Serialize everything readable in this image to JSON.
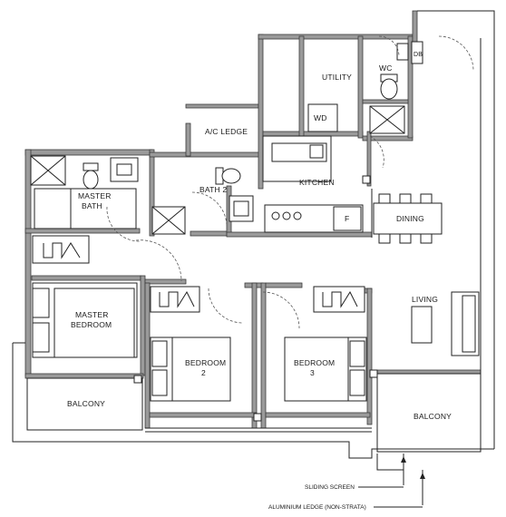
{
  "rooms": {
    "utility": "UTILITY",
    "wc": "WC",
    "db": "DB",
    "wd": "WD",
    "ac_ledge": "A/C LEDGE",
    "kitchen": "KITCHEN",
    "master_bath_1": "MASTER",
    "master_bath_2": "BATH",
    "bath2": "BATH 2",
    "fridge": "F",
    "dining": "DINING",
    "master_bedroom_1": "MASTER",
    "master_bedroom_2": "BEDROOM",
    "living": "LIVING",
    "bedroom2_1": "BEDROOM",
    "bedroom2_2": "2",
    "bedroom3_1": "BEDROOM",
    "bedroom3_2": "3",
    "balcony_left": "BALCONY",
    "balcony_right": "BALCONY"
  },
  "notes": {
    "sliding_screen": "SLIDING SCREEN",
    "aluminium_ledge": "ALUMINIUM LEDGE (NON-STRATA)"
  },
  "colors": {
    "wall_fill": "#9a9a9a",
    "line": "#222222",
    "background": "#ffffff"
  }
}
